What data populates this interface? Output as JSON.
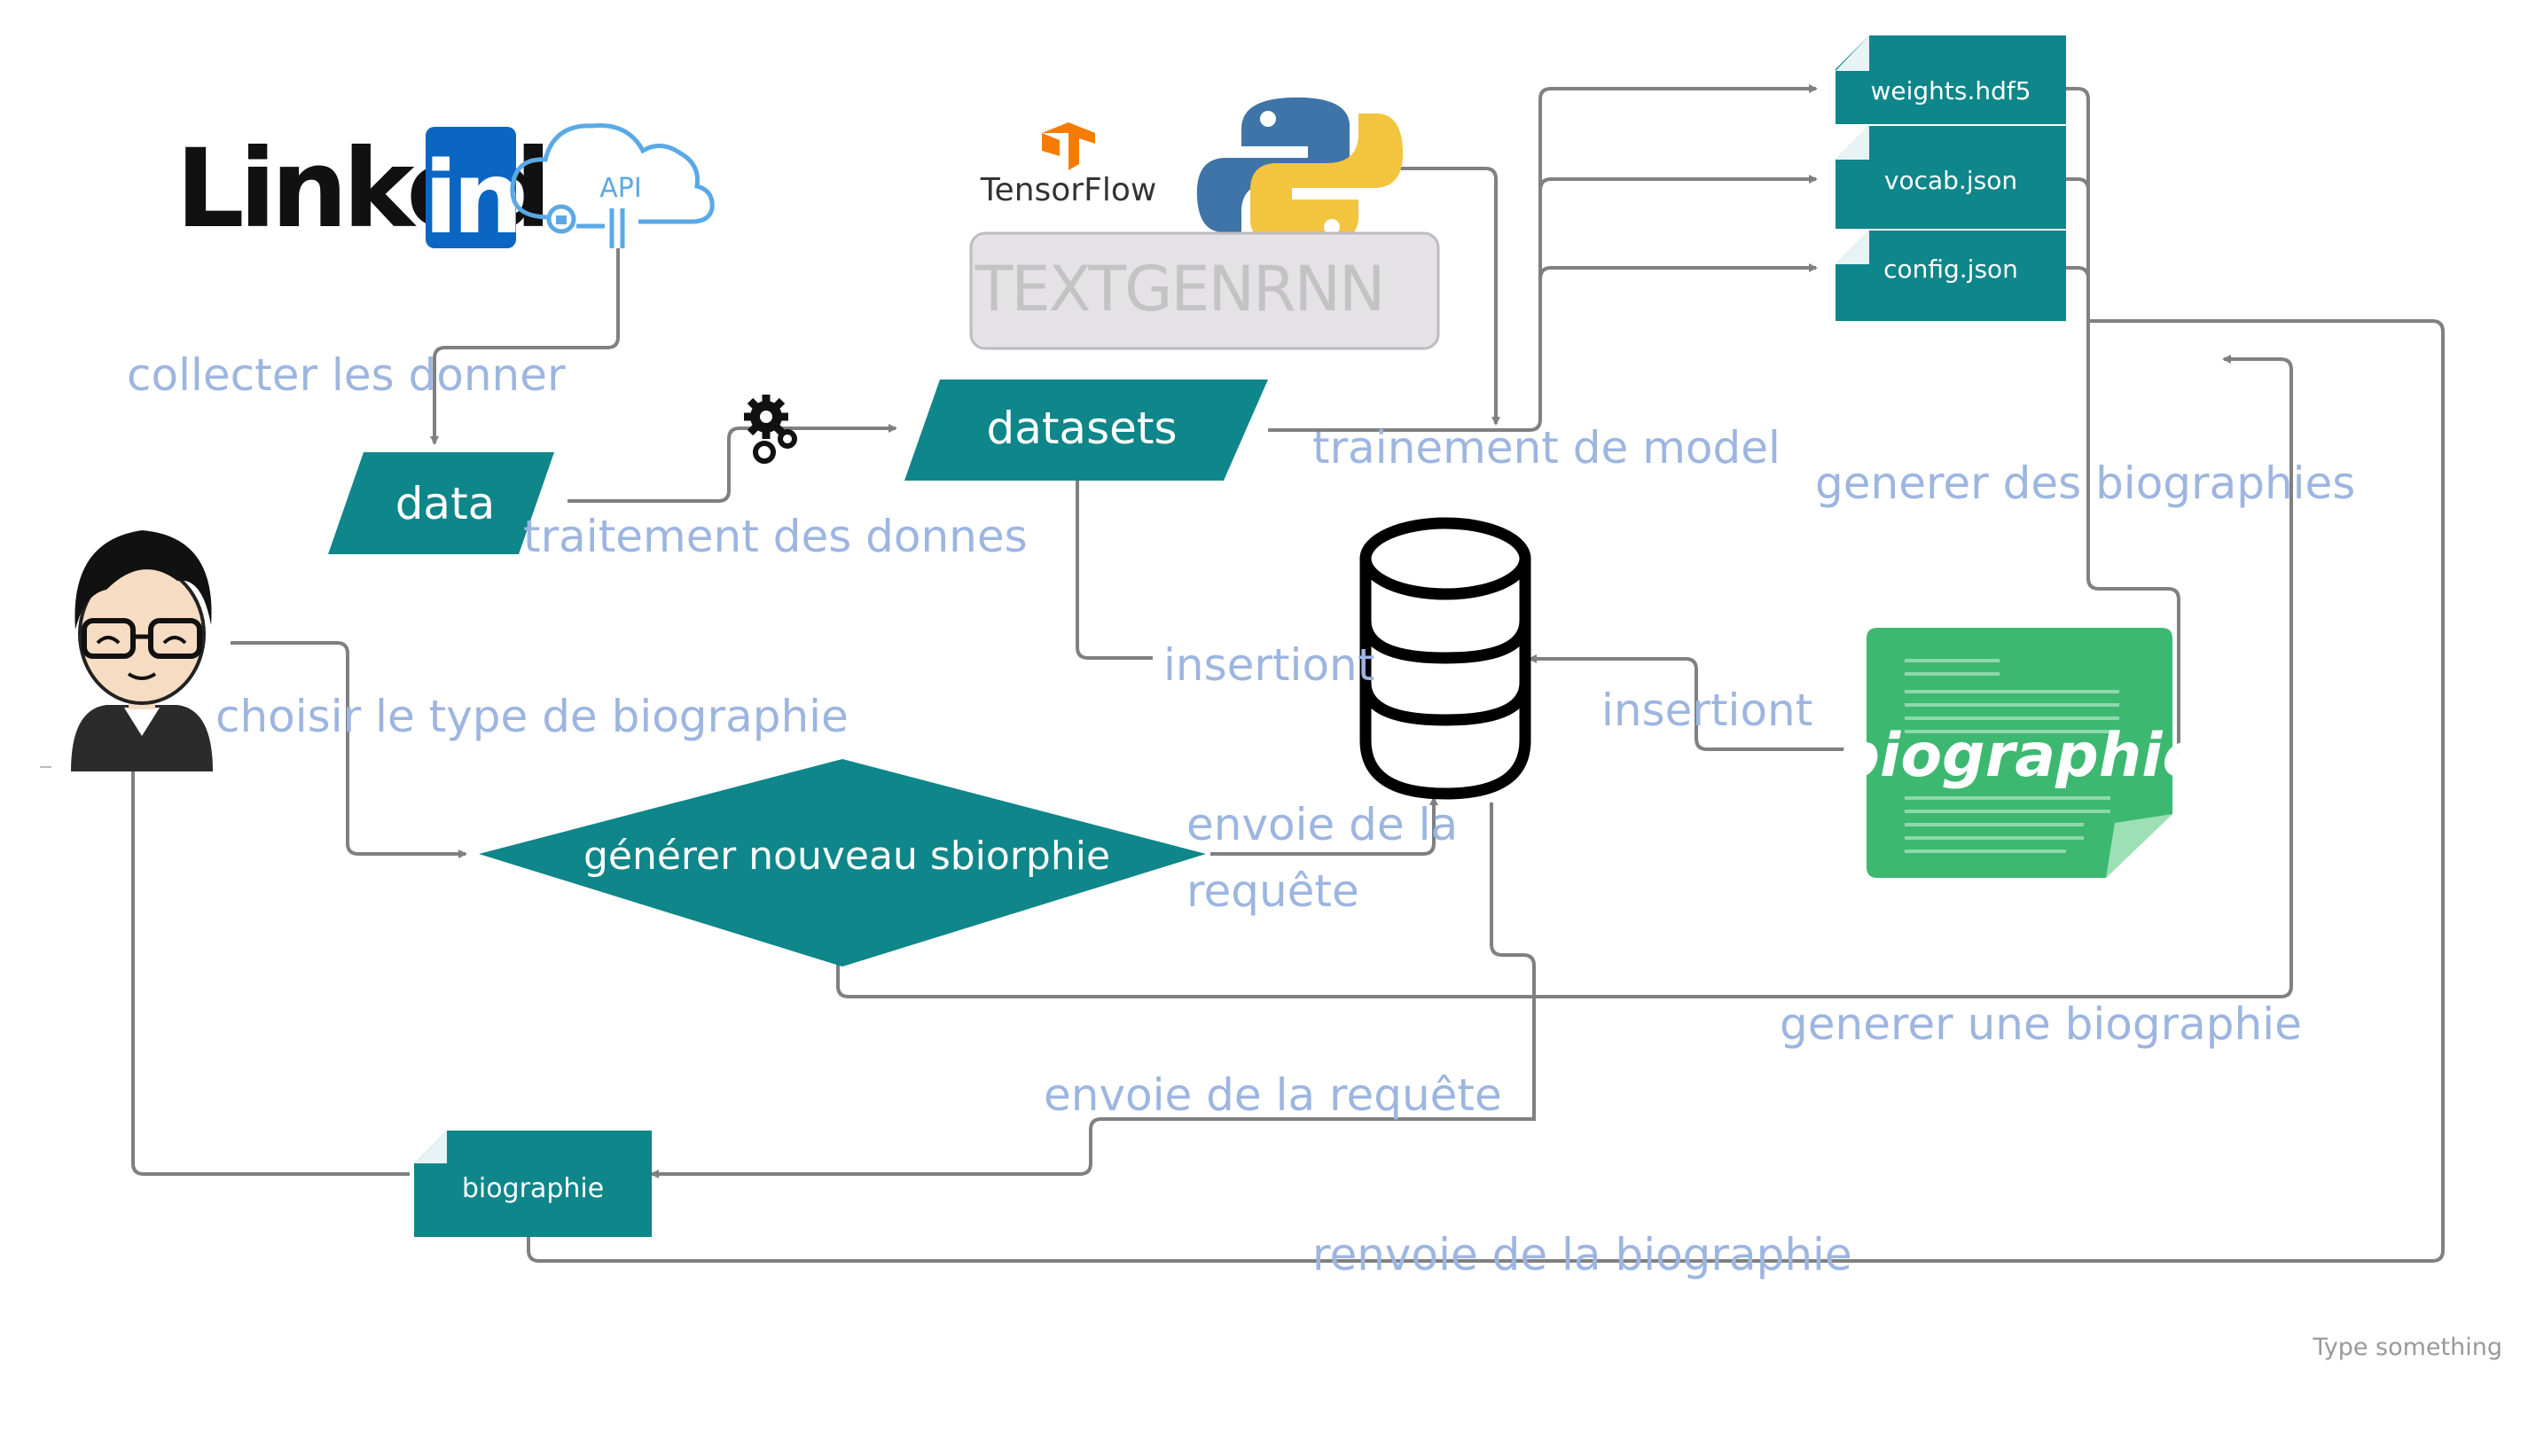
{
  "logos": {
    "linkedin_text": "Linked",
    "linkedin_in": "in",
    "api_label": "API",
    "tensorflow_label": "TensorFlow",
    "textgenrnn_label": "TEXTGENRNN"
  },
  "nodes": {
    "data": "data",
    "datasets": "datasets",
    "decision": "générer nouveau sbiorphie",
    "weights_file": "weights.hdf5",
    "vocab_file": "vocab.json",
    "config_file": "config.json",
    "biographie_doc": "biographie",
    "biographie_output": "biographie"
  },
  "labels": {
    "collect": "collecter les donner",
    "traitement": "traitement des donnes",
    "trainement": "trainement de model",
    "generer_des": "generer des biographies",
    "insertion_left": "insertiont",
    "insertion_right": "insertiont",
    "choisir": "choisir le type de biographie",
    "envoie_1_line1": "envoie de la",
    "envoie_1_line2": "requête",
    "generer_une": "generer une biographie",
    "envoie_2": "envoie de la requête",
    "renvoie": "renvoie de la biographie"
  },
  "placeholder": "Type something",
  "colors": {
    "teal": "#0e868a",
    "label_blue": "#9db5e0",
    "connector": "#808080",
    "doc_green": "#3db871",
    "linkedin_blue": "#0a66c2",
    "cloud_blue": "#5aa9e6"
  }
}
